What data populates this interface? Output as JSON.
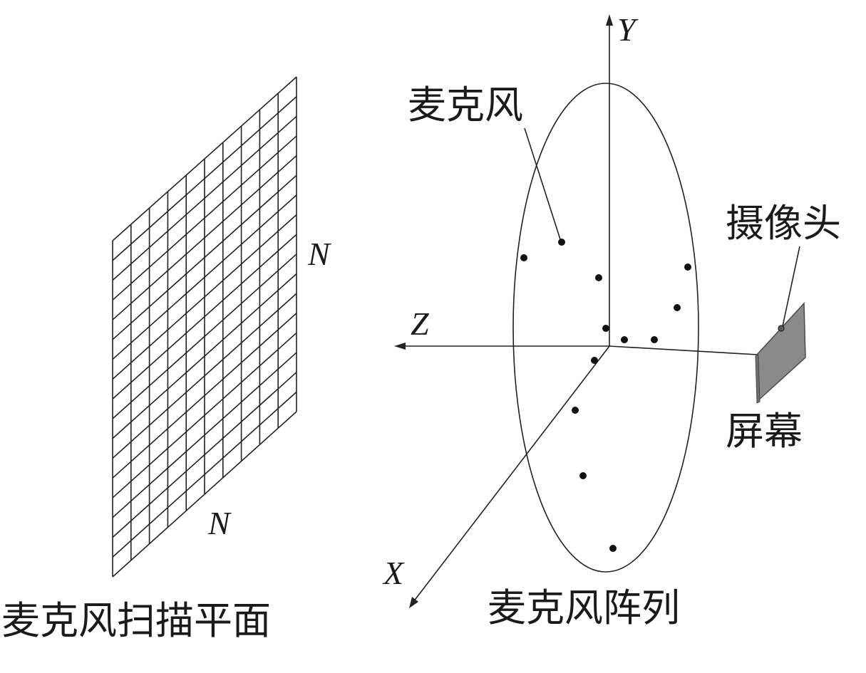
{
  "labels": {
    "scan_plane": "麦克风扫描平面",
    "grid_n_right": "N",
    "grid_n_bottom": "N",
    "microphone": "麦克风",
    "camera": "摄像头",
    "screen": "屏幕",
    "mic_array": "麦克风阵列",
    "axis_x": "X",
    "axis_y": "Y",
    "axis_z": "Z"
  },
  "colors": {
    "ink": "#222222",
    "screen_fill": "#8a8a8a",
    "screen_edge": "#4a4a4a"
  },
  "icons": {
    "grid": "scan-grid",
    "array_ring": "microphone-array-ellipse",
    "screen": "screen-panel"
  }
}
